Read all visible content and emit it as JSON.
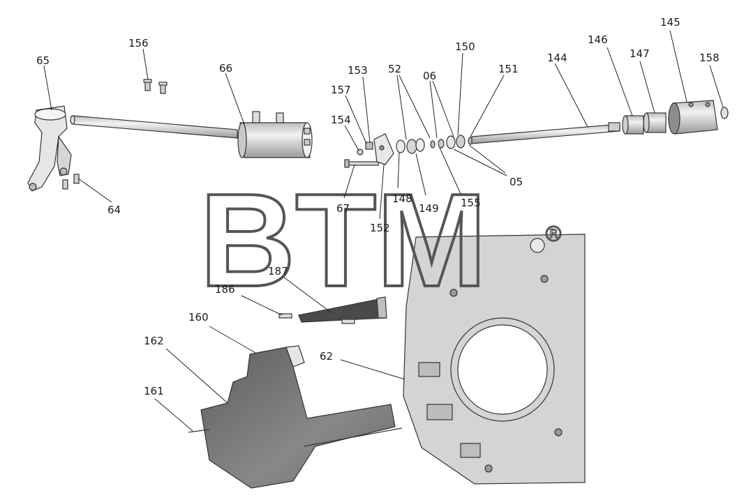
{
  "watermark": {
    "text": "BTM",
    "registered_mark": "®"
  },
  "colors": {
    "part_light": "#e9e9e9",
    "part_mid": "#cfcfcf",
    "part_dark": "#8a8a8a",
    "housing": "#d2d2d2",
    "cover": "#777777"
  },
  "labels": {
    "l65": "65",
    "l156": "156",
    "l66": "66",
    "l64": "64",
    "l153": "153",
    "l157": "157",
    "l154": "154",
    "l67": "67",
    "l152": "152",
    "l148": "148",
    "l149": "149",
    "l52": "52",
    "l06": "06",
    "l150": "150",
    "l151": "151",
    "l155": "155",
    "l05": "05",
    "l144": "144",
    "l146": "146",
    "l147": "147",
    "l145": "145",
    "l158": "158",
    "l187": "187",
    "l186": "186",
    "l160": "160",
    "l162": "162",
    "l161": "161",
    "l62": "62"
  }
}
